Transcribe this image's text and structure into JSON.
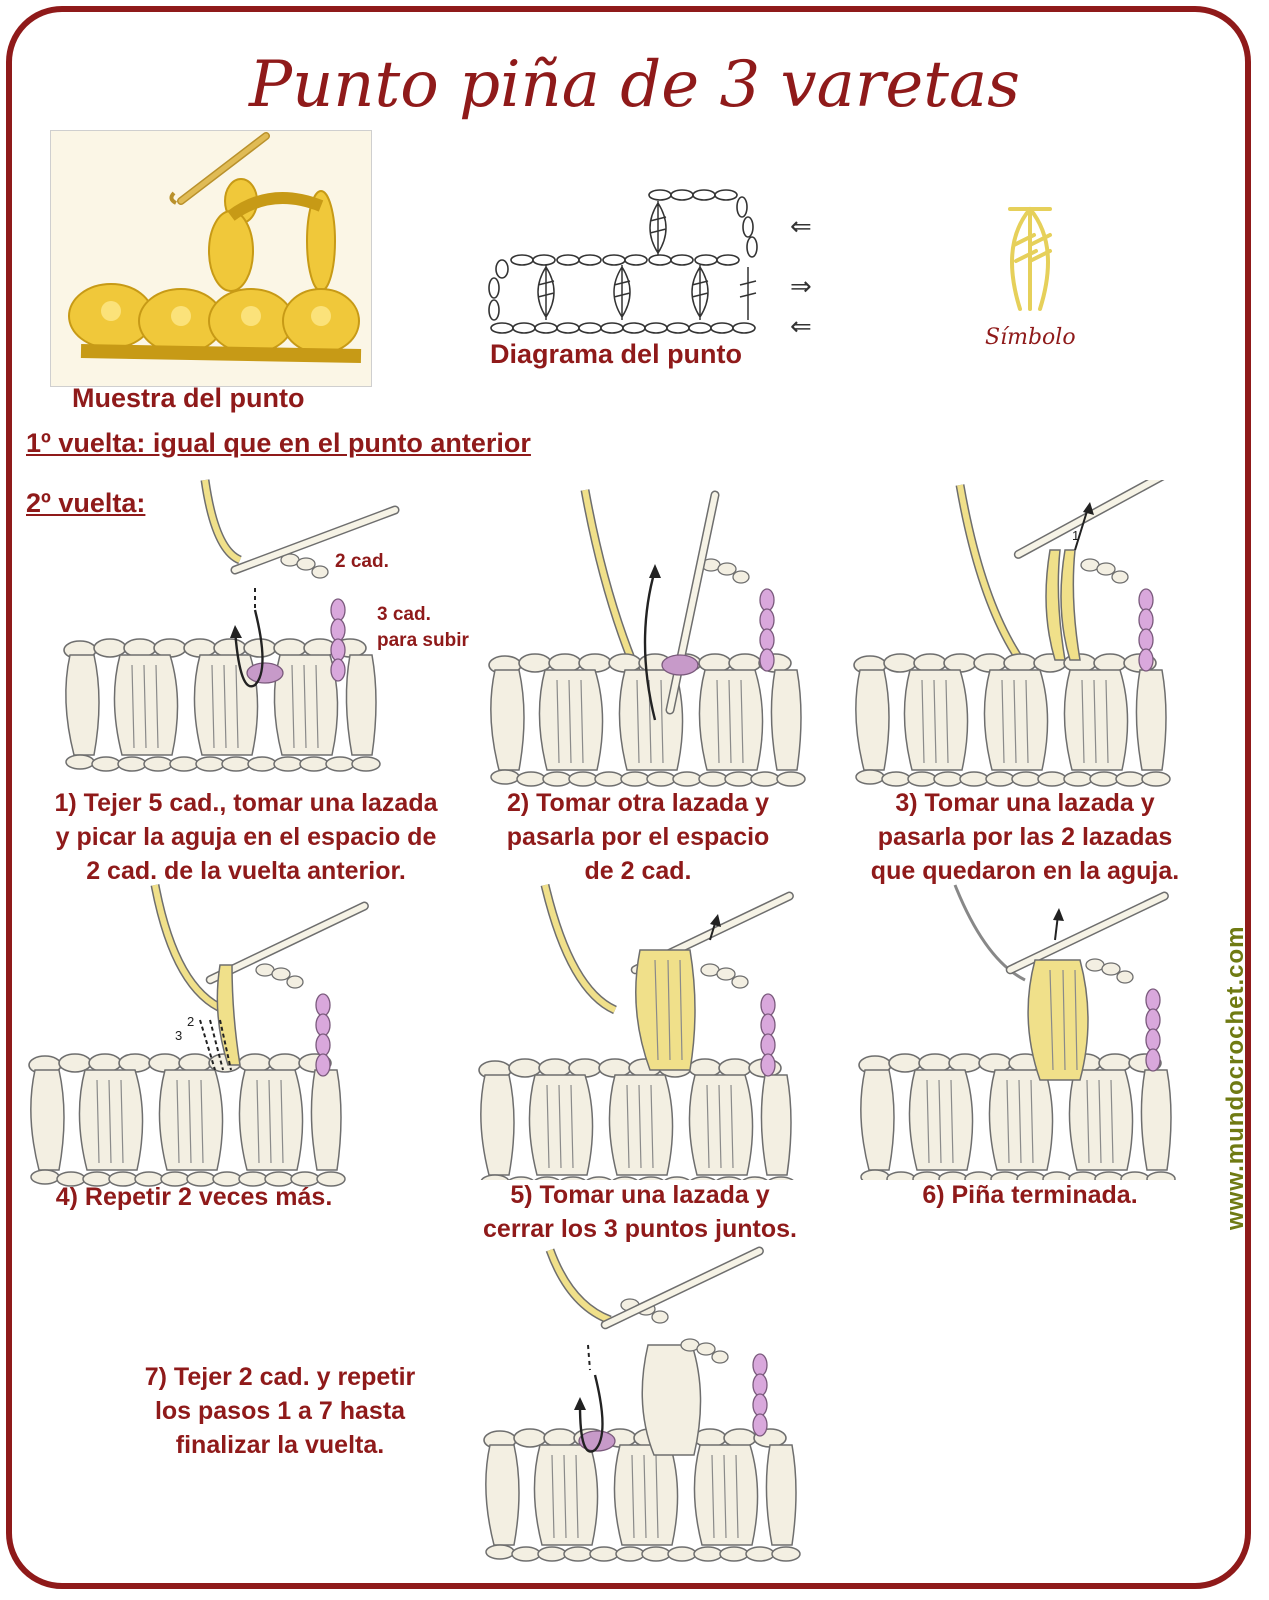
{
  "title": "Punto piña de 3 varetas",
  "sample_label": "Muestra del punto",
  "diagram_label": "Diagrama del punto",
  "symbol_label": "Símbolo",
  "row1_heading": "1º vuelta: igual que en el punto anterior",
  "row2_heading": "2º vuelta:",
  "annotations": {
    "two_ch": "2 cad.",
    "three_ch_line1": "3 cad.",
    "three_ch_line2": "para subir",
    "loop_numbers": [
      "1",
      "2",
      "3"
    ]
  },
  "steps": [
    {
      "caption": "1) Tejer 5 cad., tomar una lazada\ny picar la aguja en el espacio de\n2 cad. de la vuelta anterior."
    },
    {
      "caption": "2) Tomar otra lazada y\npasarla por el espacio\nde 2 cad."
    },
    {
      "caption": "3) Tomar una lazada y\npasarla por las 2 lazadas\nque quedaron en la aguja."
    },
    {
      "caption": "4) Repetir 2 veces más."
    },
    {
      "caption": "5) Tomar una lazada y\ncerrar los 3 puntos juntos."
    },
    {
      "caption": "6) Piña terminada."
    },
    {
      "caption": "7) Tejer 2 cad. y repetir\nlos pasos 1 a 7 hasta\nfinalizar la vuelta."
    }
  ],
  "watermark": "www.mundocrochet.com",
  "colors": {
    "frame": "#8f1a1a",
    "text": "#8f1a1a",
    "yarn_yellow": "#f0e08a",
    "yarn_cream": "#f3efe2",
    "chain_pink": "#d9a8dc",
    "watermark": "#6f7a12"
  }
}
